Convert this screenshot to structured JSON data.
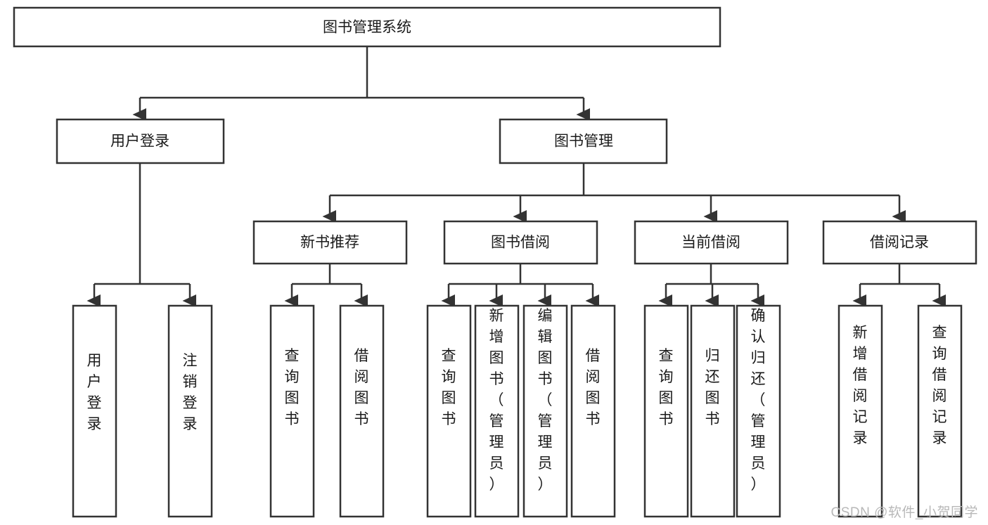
{
  "diagram": {
    "type": "tree-hierarchy",
    "title": "图书管理系统",
    "orientation": "top-down",
    "colors": {
      "box_stroke": "#333333",
      "box_fill": "#ffffff",
      "text": "#1a1a1a",
      "background": "#ffffff",
      "watermark": "#b8b8b8"
    },
    "root": {
      "label": "图书管理系统"
    },
    "level2": [
      {
        "label": "用户登录"
      },
      {
        "label": "图书管理"
      }
    ],
    "level3": [
      {
        "label": "新书推荐"
      },
      {
        "label": "图书借阅"
      },
      {
        "label": "当前借阅"
      },
      {
        "label": "借阅记录"
      }
    ],
    "leaves_user_login": [
      {
        "label": "用户登录"
      },
      {
        "label": "注销登录"
      }
    ],
    "leaves_new_book": [
      {
        "label": "查询图书"
      },
      {
        "label": "借阅图书"
      }
    ],
    "leaves_borrow": [
      {
        "label": "查询图书"
      },
      {
        "label": "新增图书（管理员）"
      },
      {
        "label": "编辑图书（管理员）"
      },
      {
        "label": "借阅图书"
      }
    ],
    "leaves_current": [
      {
        "label": "查询图书"
      },
      {
        "label": "归还图书"
      },
      {
        "label": "确认归还（管理员）"
      }
    ],
    "leaves_records": [
      {
        "label": "新增借阅记录"
      },
      {
        "label": "查询借阅记录"
      }
    ]
  },
  "watermark": {
    "text": "CSDN @软件_小贺同学"
  }
}
